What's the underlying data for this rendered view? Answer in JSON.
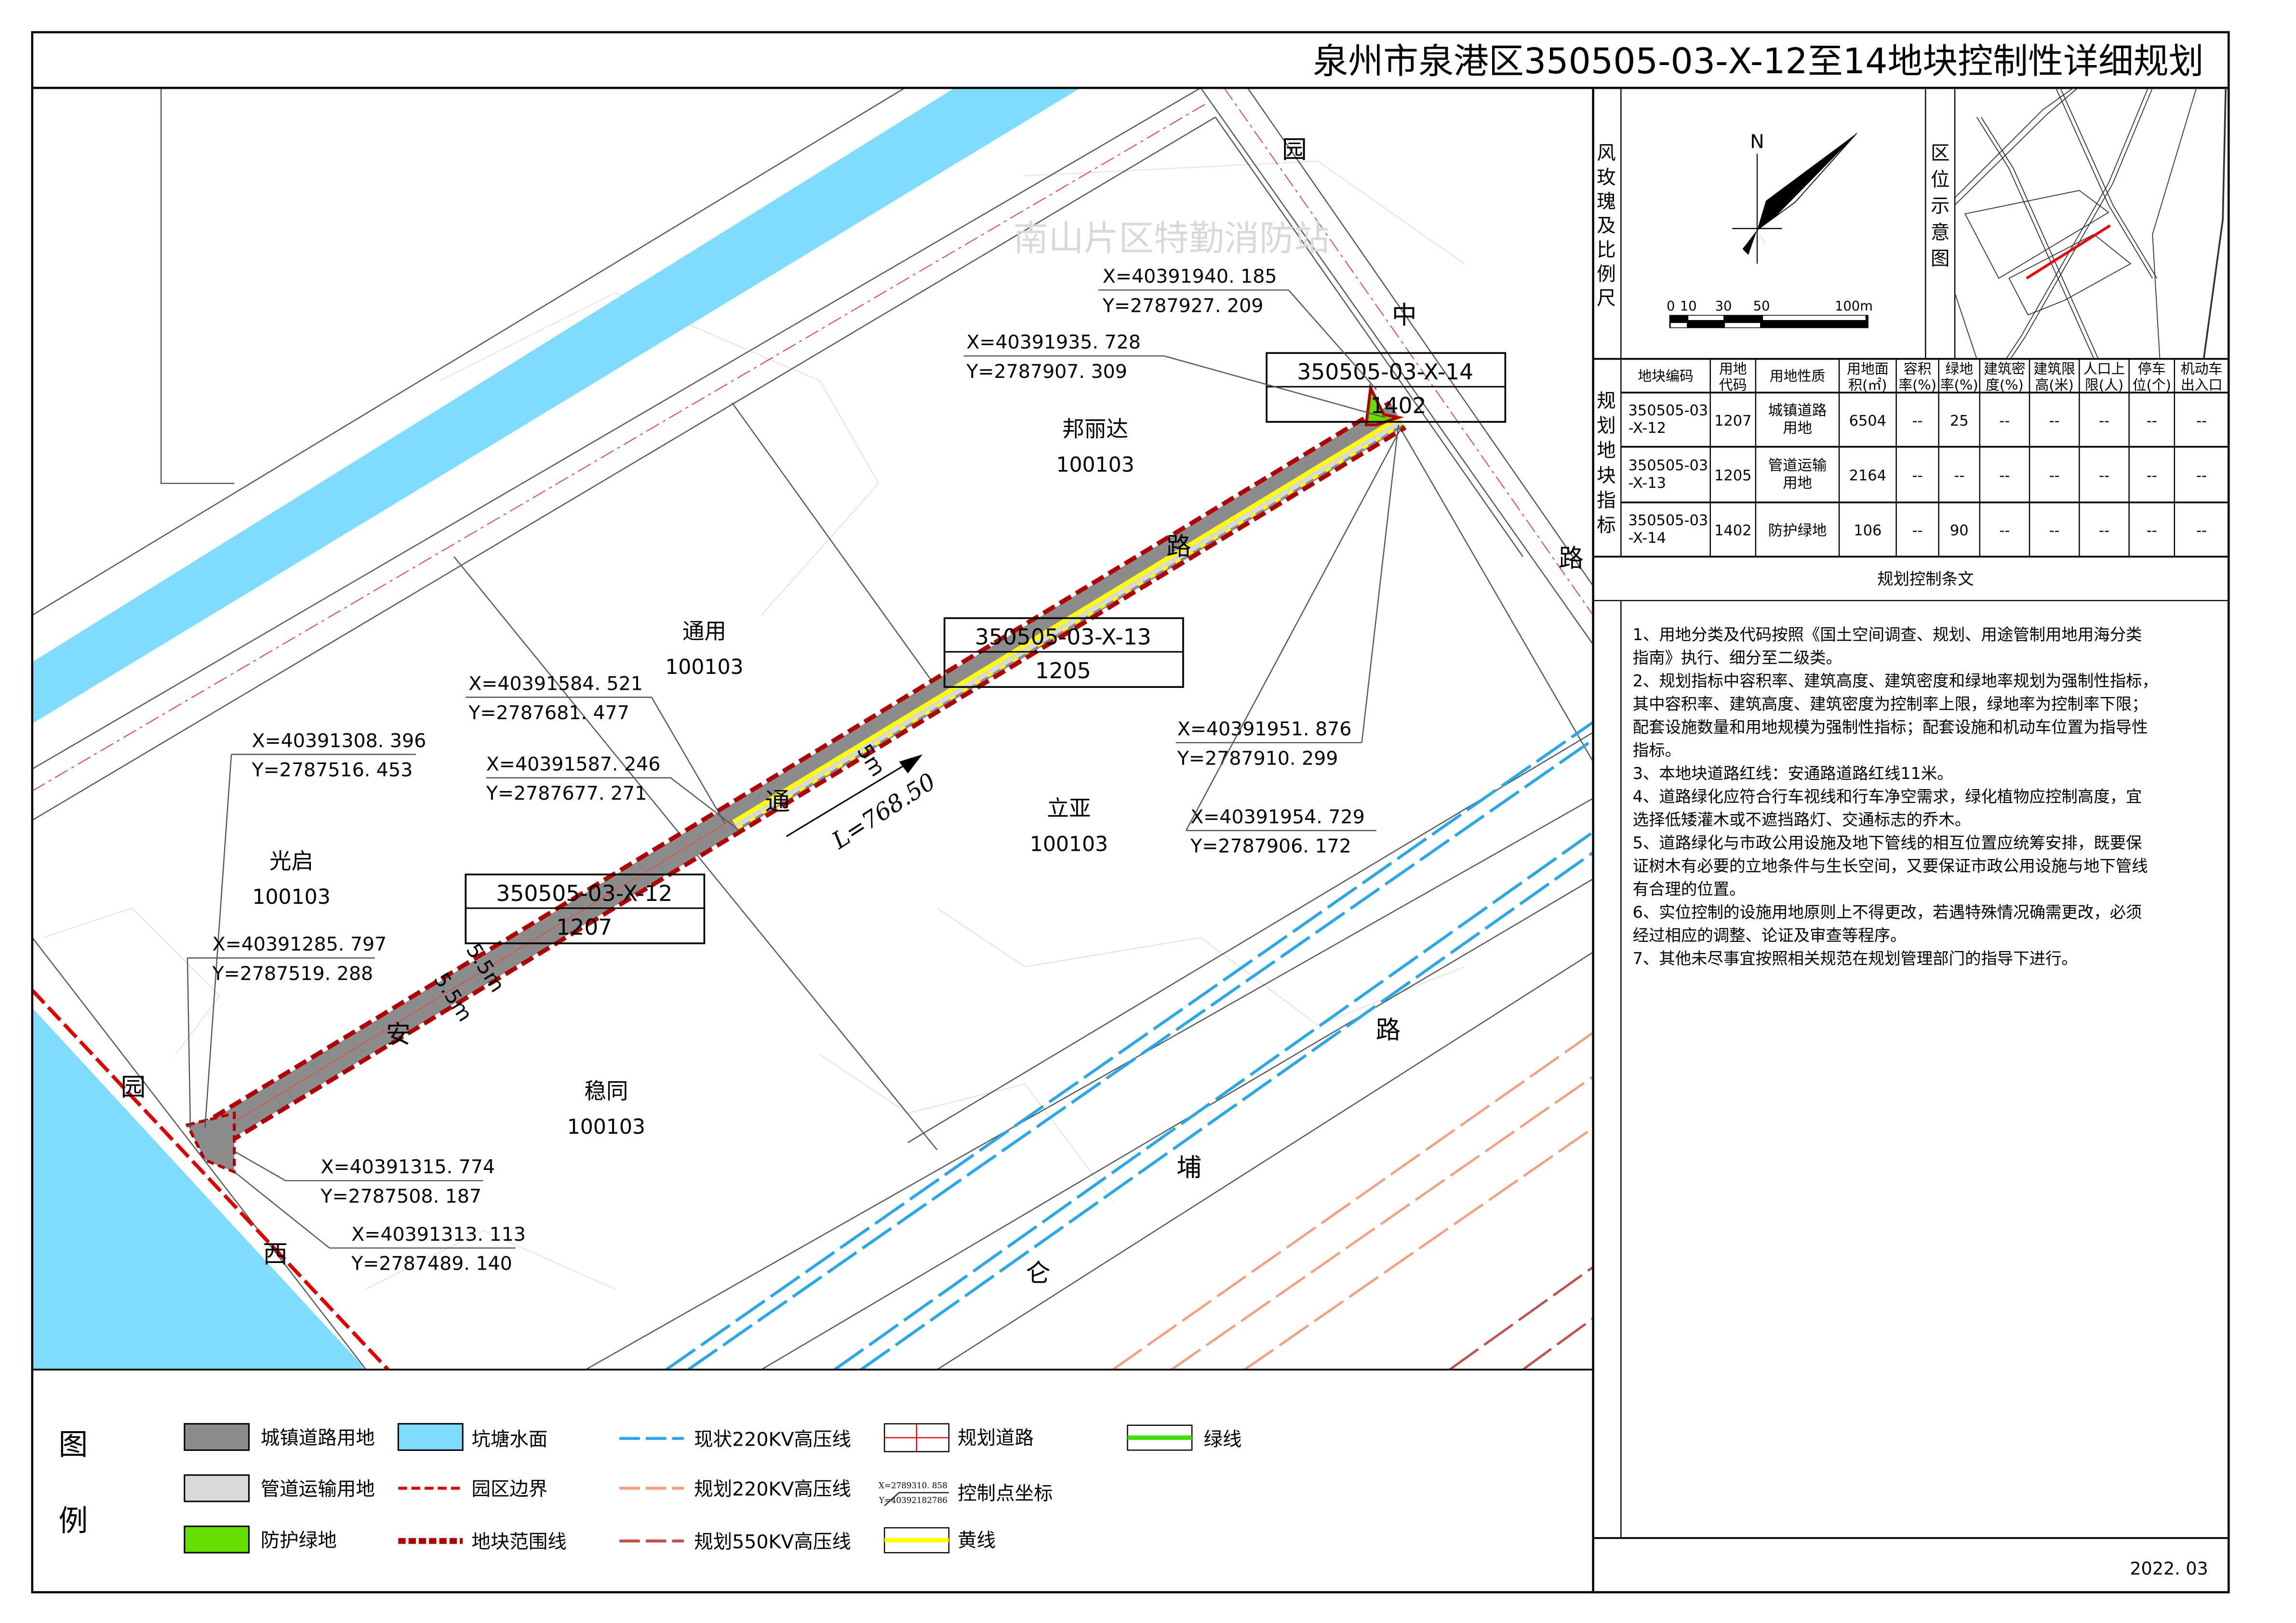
{
  "title": "泉州市泉港区350505-03-X-12至14地块控制性详细规划",
  "watermark": "南山片区特勤消防站",
  "colors": {
    "road_gray": "#8c8c8c",
    "water": "#7fdcff",
    "boundary_red": "#c00000",
    "green": "#66dd00",
    "yellow": "#ffff00",
    "hv_blue": "#2aa7e8",
    "hv_salmon": "#f4a080",
    "hv_darkred": "#c0504d"
  },
  "map": {
    "areas": [
      {
        "name": "邦丽达",
        "code": "100103"
      },
      {
        "name": "通用",
        "code": "100103"
      },
      {
        "name": "立亚",
        "code": "100103"
      },
      {
        "name": "光启",
        "code": "100103"
      },
      {
        "name": "稳同",
        "code": "100103"
      }
    ],
    "plots": [
      {
        "code": "350505-03-X-14",
        "land": "1402"
      },
      {
        "code": "350505-03-X-13",
        "land": "1205"
      },
      {
        "code": "350505-03-X-12",
        "land": "1207"
      }
    ],
    "callouts": [
      {
        "x": "X=40391940. 185",
        "y": "Y=2787927. 209"
      },
      {
        "x": "X=40391935. 728",
        "y": "Y=2787907. 309"
      },
      {
        "x": "X=40391584. 521",
        "y": "Y=2787681. 477"
      },
      {
        "x": "X=40391587. 246",
        "y": "Y=2787677. 271"
      },
      {
        "x": "X=40391308. 396",
        "y": "Y=2787516. 453"
      },
      {
        "x": "X=40391285. 797",
        "y": "Y=2787519. 288"
      },
      {
        "x": "X=40391315. 774",
        "y": "Y=2787508. 187"
      },
      {
        "x": "X=40391313. 113",
        "y": "Y=2787489. 140"
      },
      {
        "x": "X=40391951. 876",
        "y": "Y=2787910. 299"
      },
      {
        "x": "X=40391954. 729",
        "y": "Y=2787906. 172"
      }
    ],
    "road_chars": [
      "园",
      "中",
      "路",
      "路",
      "通",
      "安",
      "园",
      "西",
      "路",
      "埔",
      "仑"
    ],
    "dims": {
      "width_5m": "5m",
      "width_55a": "5.5m",
      "width_55b": "5.5m",
      "length": "L=768.50"
    }
  },
  "side": {
    "windrose_label": [
      "风",
      "玫",
      "瑰",
      "及",
      "比",
      "例",
      "尺"
    ],
    "location_label": [
      "区",
      "位",
      "示",
      "意",
      "图"
    ],
    "north": "N",
    "scale_ticks": [
      "0",
      "10",
      "30",
      "50",
      "100m"
    ],
    "table_label": [
      "规",
      "划",
      "地",
      "块",
      "指",
      "标"
    ],
    "table_headers": [
      [
        "地块编码"
      ],
      [
        "用地",
        "代码"
      ],
      [
        "用地性质"
      ],
      [
        "用地面",
        "积(㎡)"
      ],
      [
        "容积",
        "率(%)"
      ],
      [
        "绿地",
        "率(%)"
      ],
      [
        "建筑密",
        "度(%)"
      ],
      [
        "建筑限",
        "高(米)"
      ],
      [
        "人口上",
        "限(人)"
      ],
      [
        "停车",
        "位(个)"
      ],
      [
        "机动车",
        "出入口"
      ]
    ],
    "table_rows": [
      [
        [
          "350505-03",
          "-X-12"
        ],
        [
          "1207"
        ],
        [
          "城镇道路",
          "用地"
        ],
        [
          "6504"
        ],
        [
          "--"
        ],
        [
          "25"
        ],
        [
          "--"
        ],
        [
          "--"
        ],
        [
          "--"
        ],
        [
          "--"
        ],
        [
          "--"
        ]
      ],
      [
        [
          "350505-03",
          "-X-13"
        ],
        [
          "1205"
        ],
        [
          "管道运输",
          "用地"
        ],
        [
          "2164"
        ],
        [
          "--"
        ],
        [
          "--"
        ],
        [
          "--"
        ],
        [
          "--"
        ],
        [
          "--"
        ],
        [
          "--"
        ],
        [
          "--"
        ]
      ],
      [
        [
          "350505-03",
          "-X-14"
        ],
        [
          "1402"
        ],
        [
          "防护绿地"
        ],
        [
          "106"
        ],
        [
          "--"
        ],
        [
          "90"
        ],
        [
          "--"
        ],
        [
          "--"
        ],
        [
          "--"
        ],
        [
          "--"
        ],
        [
          "--"
        ]
      ]
    ],
    "clauses_title": "规划控制条文",
    "clauses_lines": [
      "1、用地分类及代码按照《国土空间调查、规划、用途管制用地用海分类",
      "指南》执行、细分至二级类。",
      "2、规划指标中容积率、建筑高度、建筑密度和绿地率规划为强制性指标，",
      "其中容积率、建筑高度、建筑密度为控制率上限，绿地率为控制率下限；",
      "配套设施数量和用地规模为强制性指标；配套设施和机动车位置为指导性",
      "指标。",
      "3、本地块道路红线：安通路道路红线11米。",
      "4、道路绿化应符合行车视线和行车净空需求，绿化植物应控制高度，宜",
      "选择低矮灌木或不遮挡路灯、交通标志的乔木。",
      "5、道路绿化与市政公用设施及地下管线的相互位置应统筹安排，既要保",
      "证树木有必要的立地条件与生长空间，又要保证市政公用设施与地下管线",
      "有合理的位置。",
      "6、实位控制的设施用地原则上不得更改，若遇特殊情况确需更改，必须",
      "经过相应的调整、论证及审查等程序。",
      "7、其他未尽事宜按照相关规范在规划管理部门的指导下进行。"
    ],
    "date": "2022. 03"
  },
  "legend": {
    "title": [
      "图",
      "例"
    ],
    "items": [
      {
        "label": "城镇道路用地",
        "icon": "road-land-swatch"
      },
      {
        "label": "管道运输用地",
        "icon": "pipeline-land-swatch"
      },
      {
        "label": "防护绿地",
        "icon": "green-land-swatch"
      },
      {
        "label": "坑塘水面",
        "icon": "water-swatch"
      },
      {
        "label": "园区边界",
        "icon": "park-boundary-line"
      },
      {
        "label": "地块范围线",
        "icon": "plot-boundary-line"
      },
      {
        "label": "现状220KV高压线",
        "icon": "existing-220kv-line"
      },
      {
        "label": "规划220KV高压线",
        "icon": "planned-220kv-line"
      },
      {
        "label": "规划550KV高压线",
        "icon": "planned-550kv-line"
      },
      {
        "label": "规划道路",
        "icon": "planned-road-symbol"
      },
      {
        "label": "控制点坐标",
        "icon": "control-point-symbol",
        "sample_x": "X=2789310. 858",
        "sample_y": "Y=40392182786"
      },
      {
        "label": "黄线",
        "icon": "yellow-line"
      },
      {
        "label": "绿线",
        "icon": "green-line"
      }
    ]
  }
}
